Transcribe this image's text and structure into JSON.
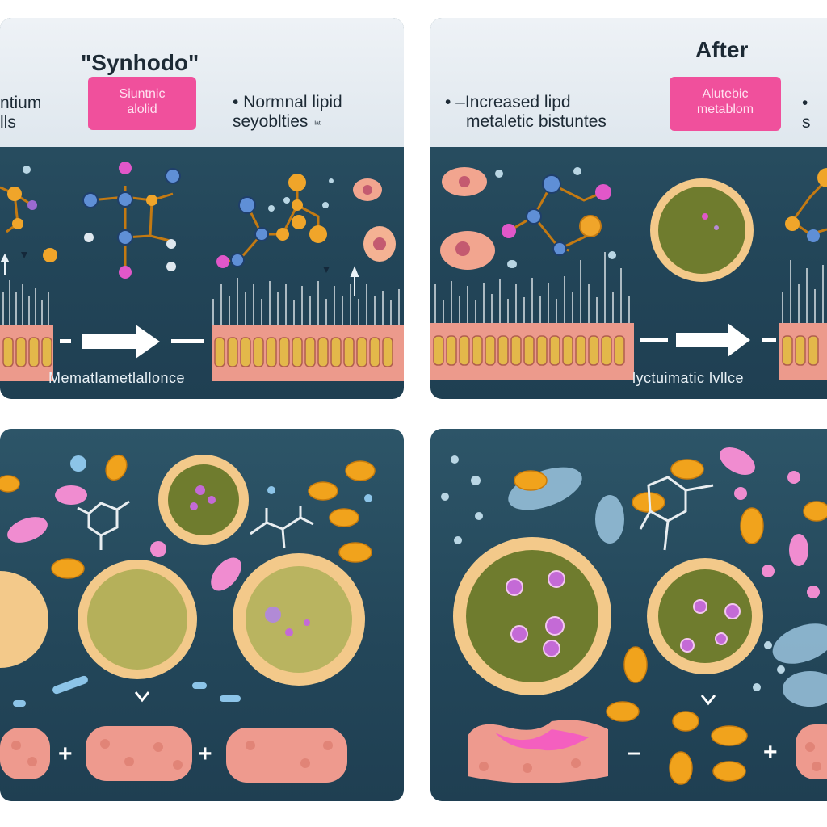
{
  "panels": {
    "before": {
      "title": "\"Synhodo\"",
      "left_text": [
        "ntium",
        "lls"
      ],
      "tag": [
        "Siuntnic",
        "alolid"
      ],
      "bullet": [
        "• Normnal lipid",
        "seyoblties"
      ],
      "bullet_small": "ᴵᵃᵗ",
      "caption": "Mematlametlallonce"
    },
    "after": {
      "title": "After",
      "bullet": [
        "• –Increased lipd",
        "metaletic bistuntes"
      ],
      "tag": [
        "Alutebic",
        "metablom"
      ],
      "right_text": [
        "•",
        "s"
      ],
      "caption": "lyctuimatic lvllce"
    },
    "bottom_left": {
      "operators": [
        "+",
        "+"
      ]
    },
    "bottom_right": {
      "operators": [
        "–",
        "+"
      ]
    }
  },
  "colors": {
    "panel_bg": "#234659",
    "header_bg": "#e4ebf1",
    "tag_pink": "#f0509c",
    "cell_fill": "#f2c68a",
    "cell_core": "#6e7a2b",
    "tissue": "#ee9a8e",
    "droplet": "#f1a31c"
  }
}
